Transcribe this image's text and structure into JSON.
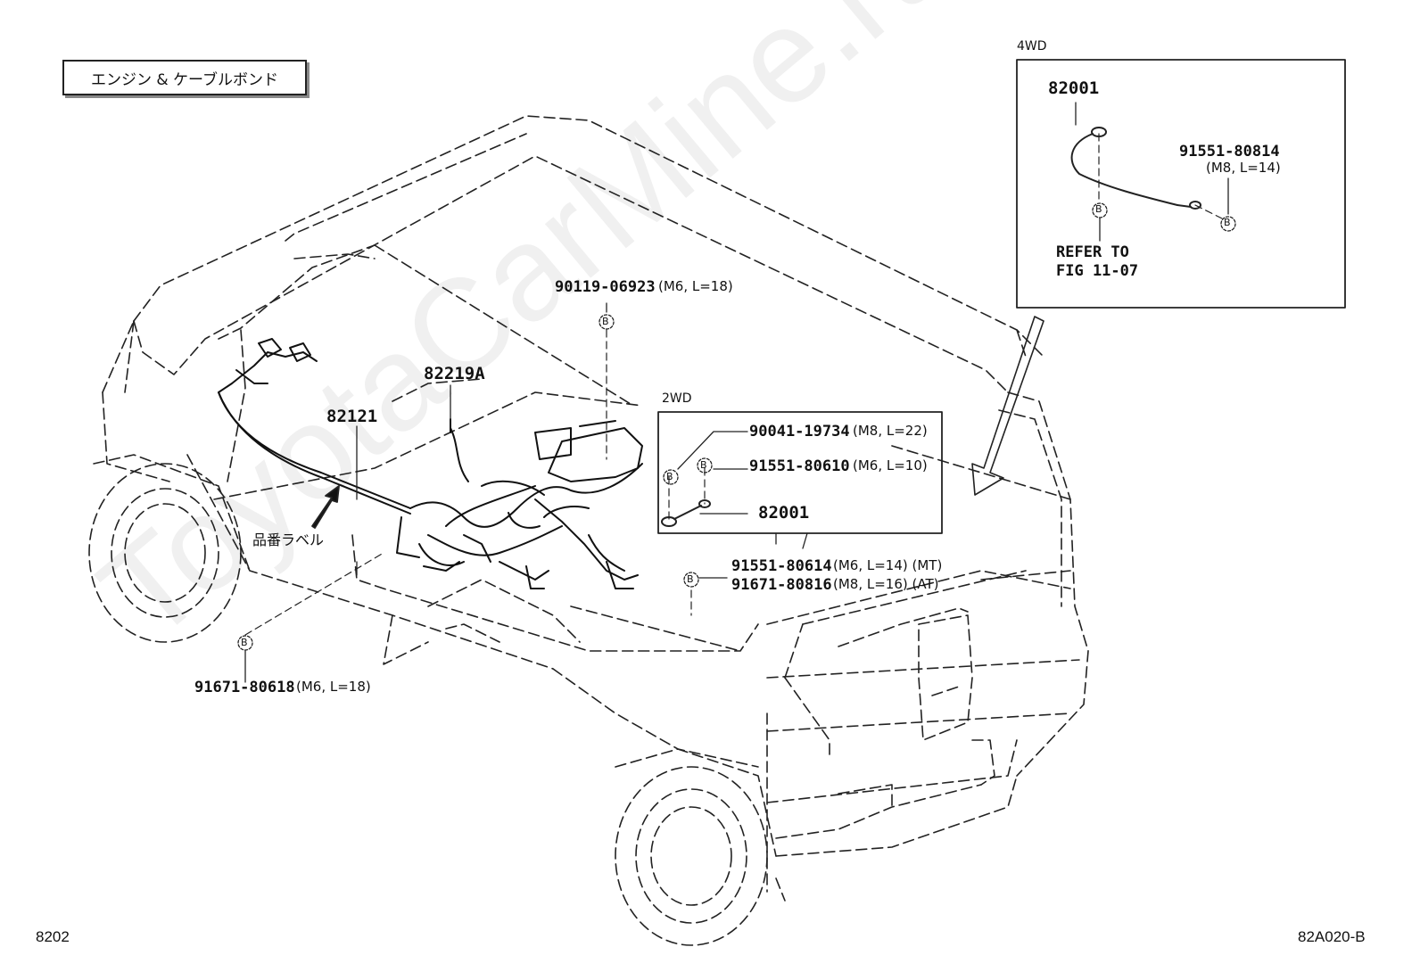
{
  "title": "エンジン & ケーブルボンド",
  "watermark": "ToyotaCarMine.ru",
  "footer": {
    "page_code": "8202",
    "figure_code": "82A020-B"
  },
  "inset_4wd": {
    "label": "4WD",
    "part": "82001",
    "bolt": "91551-80814",
    "bolt_spec": "(M8, L=14)",
    "marker": "B",
    "refer_line1": "REFER TO",
    "refer_line2": "FIG 11-07"
  },
  "inset_2wd": {
    "label": "2WD",
    "bolt1": "90041-19734",
    "bolt1_spec": "(M8, L=22)",
    "bolt2": "91551-80610",
    "bolt2_spec": "(M6, L=10)",
    "part": "82001"
  },
  "callouts": {
    "bolt_top": "90119-06923",
    "bolt_top_spec": "(M6, L=18)",
    "wire_82219a": "82219A",
    "harness_82121": "82121",
    "label_note": "品番ラベル",
    "bolt_mt": "91551-80614",
    "bolt_mt_spec": "(M6, L=14) (MT)",
    "bolt_at": "91671-80816",
    "bolt_at_spec": "(M8, L=16) (AT)",
    "bolt_bottom": "91671-80618",
    "bolt_bottom_spec": "(M6, L=18)",
    "marker": "B"
  }
}
